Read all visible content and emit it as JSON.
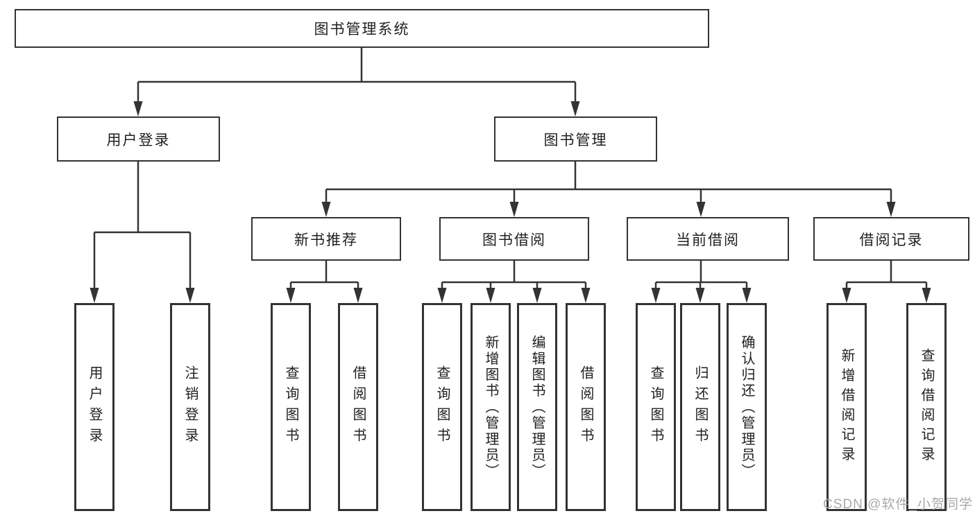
{
  "diagram": {
    "nodes": {
      "root": "图书管理系统",
      "user_login": "用户登录",
      "book_mgmt": "图书管理",
      "new_books": "新书推荐",
      "borrowing": "图书借阅",
      "current": "当前借阅",
      "records": "借阅记录",
      "leaf_user_login": "用户登录",
      "leaf_logout": "注销登录",
      "nb_query": "查询图书",
      "nb_borrow": "借阅图书",
      "bb_query": "查询图书",
      "bb_add": "新增图书（管理员）",
      "bb_edit": "编辑图书（管理员）",
      "bb_borrow": "借阅图书",
      "cb_query": "查询图书",
      "cb_return": "归还图书",
      "cb_confirm": "确认归还（管理员）",
      "br_add": "新增借阅记录",
      "br_query": "查询借阅记录"
    }
  },
  "watermark": "CSDN @软件_小贺同学",
  "colors": {
    "line": "#333333",
    "text": "#1f1f1f",
    "watermark": "#a8a8a8",
    "background": "#ffffff"
  }
}
